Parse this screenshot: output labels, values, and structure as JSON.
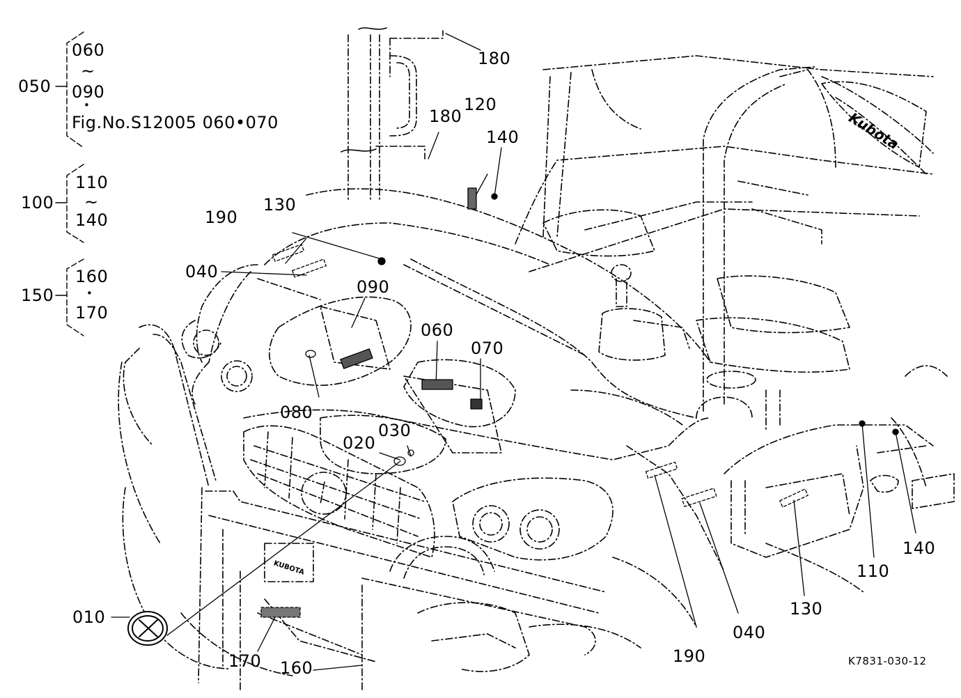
{
  "group_050": {
    "number": "050",
    "range_start": "060",
    "tilde": "~",
    "range_end": "090",
    "dot": "•",
    "figure_ref": "Fig.No.S12005  060•070"
  },
  "group_100": {
    "number": "100",
    "range_start": "110",
    "tilde": "~",
    "range_end": "140"
  },
  "group_150": {
    "number": "150",
    "range_start": "160",
    "dot": "•",
    "range_end": "170"
  },
  "callouts": {
    "p010": "010",
    "p020": "020",
    "p030": "030",
    "p040_left": "040",
    "p040_right": "040",
    "p060": "060",
    "p070": "070",
    "p080": "080",
    "p090": "090",
    "p110": "110",
    "p120": "120",
    "p130_top": "130",
    "p130_right": "130",
    "p140_top": "140",
    "p140_right": "140",
    "p160": "160",
    "p170": "170",
    "p180_top": "180",
    "p180_mid": "180",
    "p190_left": "190",
    "p190_right": "190"
  },
  "footer": {
    "drawing_code": "K7831-030-12"
  },
  "brand_marks": {
    "seat_logo": "Kubota",
    "bumper_logo": "KUBOTA"
  }
}
